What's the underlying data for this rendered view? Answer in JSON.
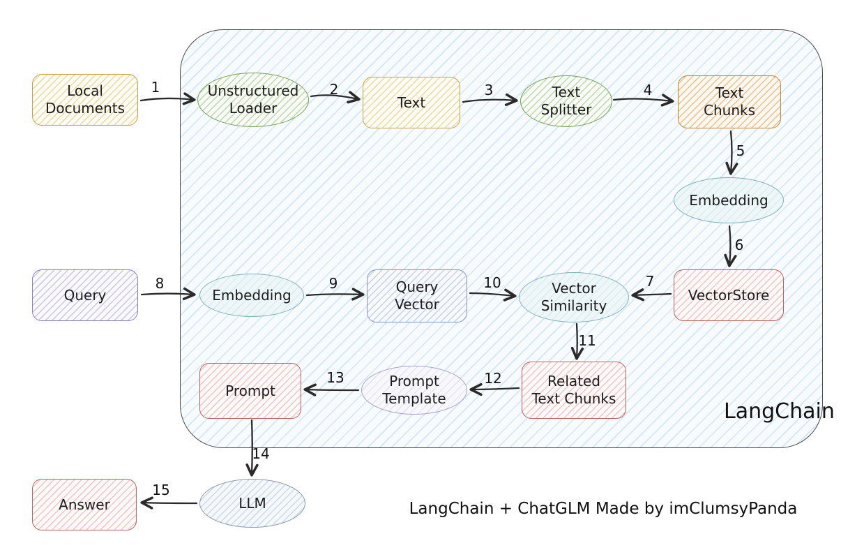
{
  "diagram": {
    "group_label": "LangChain",
    "caption": "LangChain + ChatGLM Made by imClumsyPanda",
    "nodes": {
      "local_documents": "Local\nDocuments",
      "unstructured_loader": "Unstructured\nLoader",
      "text": "Text",
      "text_splitter": "Text\nSplitter",
      "text_chunks": "Text\nChunks",
      "embedding_store": "Embedding",
      "vectorstore": "VectorStore",
      "query": "Query",
      "embedding_query": "Embedding",
      "query_vector": "Query\nVector",
      "vector_similarity": "Vector\nSimilarity",
      "related_text_chunks": "Related\nText Chunks",
      "prompt_template": "Prompt\nTemplate",
      "prompt": "Prompt",
      "llm": "LLM",
      "answer": "Answer"
    },
    "edge_labels": {
      "e1": "1",
      "e2": "2",
      "e3": "3",
      "e4": "4",
      "e5": "5",
      "e6": "6",
      "e7": "7",
      "e8": "8",
      "e9": "9",
      "e10": "10",
      "e11": "11",
      "e12": "12",
      "e13": "13",
      "e14": "14",
      "e15": "15"
    },
    "colors": {
      "yellow_border": "#c9a243",
      "orange_border": "#c9832e",
      "green_border": "#74a258",
      "teal_border": "#7cb1bd",
      "red_border": "#bf625d",
      "purple_border": "#8b7fc7",
      "blue_border": "#7e96d6",
      "lavender_border": "#a8a2d0",
      "slate_border": "#8d99ad",
      "container_border": "#4a4a4a",
      "container_hatch": "#96c6ea",
      "arrow": "#2a2a2a"
    }
  }
}
